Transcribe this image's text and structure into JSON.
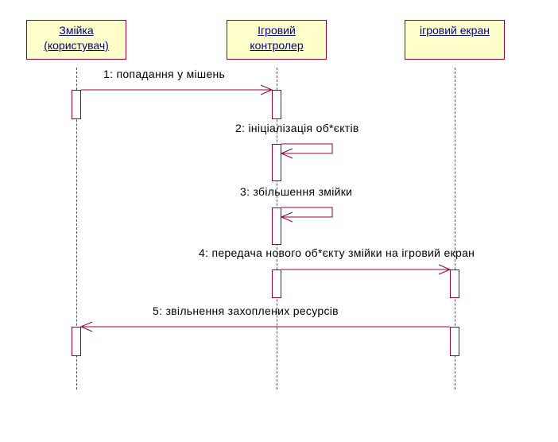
{
  "actors": {
    "snake": {
      "line1": "Змійка",
      "line2": "(користувач)"
    },
    "controller": {
      "line1": "Ігровий",
      "line2": "контролер"
    },
    "screen": {
      "line1": "ігровий екран",
      "line2": ""
    }
  },
  "messages": [
    {
      "label": "1: попадання у мішень"
    },
    {
      "label": "2: ініціалізація об*єктів"
    },
    {
      "label": "3: збільшення змійки"
    },
    {
      "label": "4: передача нового об*єкту змійки на ігровий екран"
    },
    {
      "label": "5: звільнення захоплених ресурсів"
    }
  ],
  "colors": {
    "line": "#990033",
    "actor_fill": "#ffffcc",
    "actor_text": "#000080"
  }
}
